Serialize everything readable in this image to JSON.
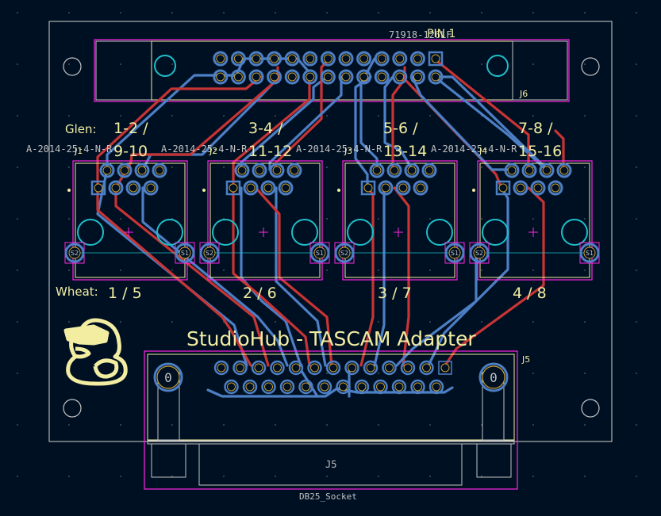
{
  "title": "StudioHub - TASCAM Adapter",
  "colors": {
    "background": "#001023",
    "front_copper": "#c83434",
    "back_copper": "#4d7fc4",
    "silkscreen": "#f2eda1",
    "courtyard": "#ff26e2",
    "fab": "#c2c2c2",
    "edge_cuts": "#d0d2cd",
    "pad_ring": "#c8a032",
    "drill_hole": "#1ebec8"
  },
  "labels": {
    "glen": "Glen:",
    "wheat": "Wheat:",
    "board_title": "StudioHub - TASCAM Adapter",
    "pin1": "PIN 1"
  },
  "jacks": [
    {
      "ref": "J1",
      "value": "A-2014-25-4-N-R",
      "glen": "1-2 /",
      "glen2": "9-10",
      "wheat": "1 / 5"
    },
    {
      "ref": "J2",
      "value": "A-2014-25-4-N-R",
      "glen": "3-4 /",
      "glen2": "11-12",
      "wheat": "2 / 6"
    },
    {
      "ref": "J3",
      "value": "A-2014-25-4-N-R",
      "glen": "5-6 /",
      "glen2": "13-14",
      "wheat": "3 / 7"
    },
    {
      "ref": "J4",
      "value": "A-2014-25-4-N-R",
      "glen": "7-8 /",
      "glen2": "15-16",
      "wheat": "4 / 8"
    }
  ],
  "j6": {
    "ref": "J6",
    "value": "71918-126LF",
    "pins": 26
  },
  "j5": {
    "ref": "J5",
    "value": "DB25_Socket",
    "pins": 25,
    "mount_label": "0"
  },
  "shield_pads": [
    "S2",
    "S1"
  ]
}
